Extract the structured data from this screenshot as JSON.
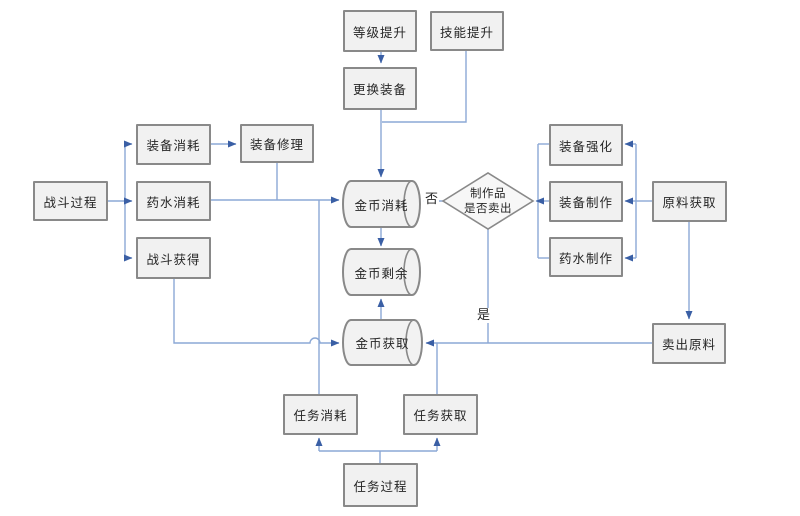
{
  "diagram": {
    "description": "game-economy-gold-flowchart",
    "nodes": {
      "level_up": {
        "label": "等级提升"
      },
      "skill_up": {
        "label": "技能提升"
      },
      "change_equip": {
        "label": "更换装备"
      },
      "battle_process": {
        "label": "战斗过程"
      },
      "equip_consume": {
        "label": "装备消耗"
      },
      "potion_consume": {
        "label": "药水消耗"
      },
      "battle_gain": {
        "label": "战斗获得"
      },
      "equip_repair": {
        "label": "装备修理"
      },
      "gold_consume": {
        "label": "金币消耗"
      },
      "gold_remain": {
        "label": "金币剩余"
      },
      "gold_gain": {
        "label": "金币获取"
      },
      "sell_decision": {
        "label_line1": "制作品",
        "label_line2": "是否卖出"
      },
      "equip_enhance": {
        "label": "装备强化"
      },
      "equip_craft": {
        "label": "装备制作"
      },
      "potion_craft": {
        "label": "药水制作"
      },
      "material_gain": {
        "label": "原料获取"
      },
      "sell_material": {
        "label": "卖出原料"
      },
      "quest_consume": {
        "label": "任务消耗"
      },
      "quest_gain": {
        "label": "任务获取"
      },
      "quest_process": {
        "label": "任务过程"
      }
    },
    "edge_labels": {
      "no": "否",
      "yes": "是"
    },
    "colors": {
      "line": "#8BA8D5",
      "arrowhead": "#3A5FA5",
      "node_fill": "#F1F1F1",
      "node_border": "#898989",
      "text": "#262626"
    }
  }
}
